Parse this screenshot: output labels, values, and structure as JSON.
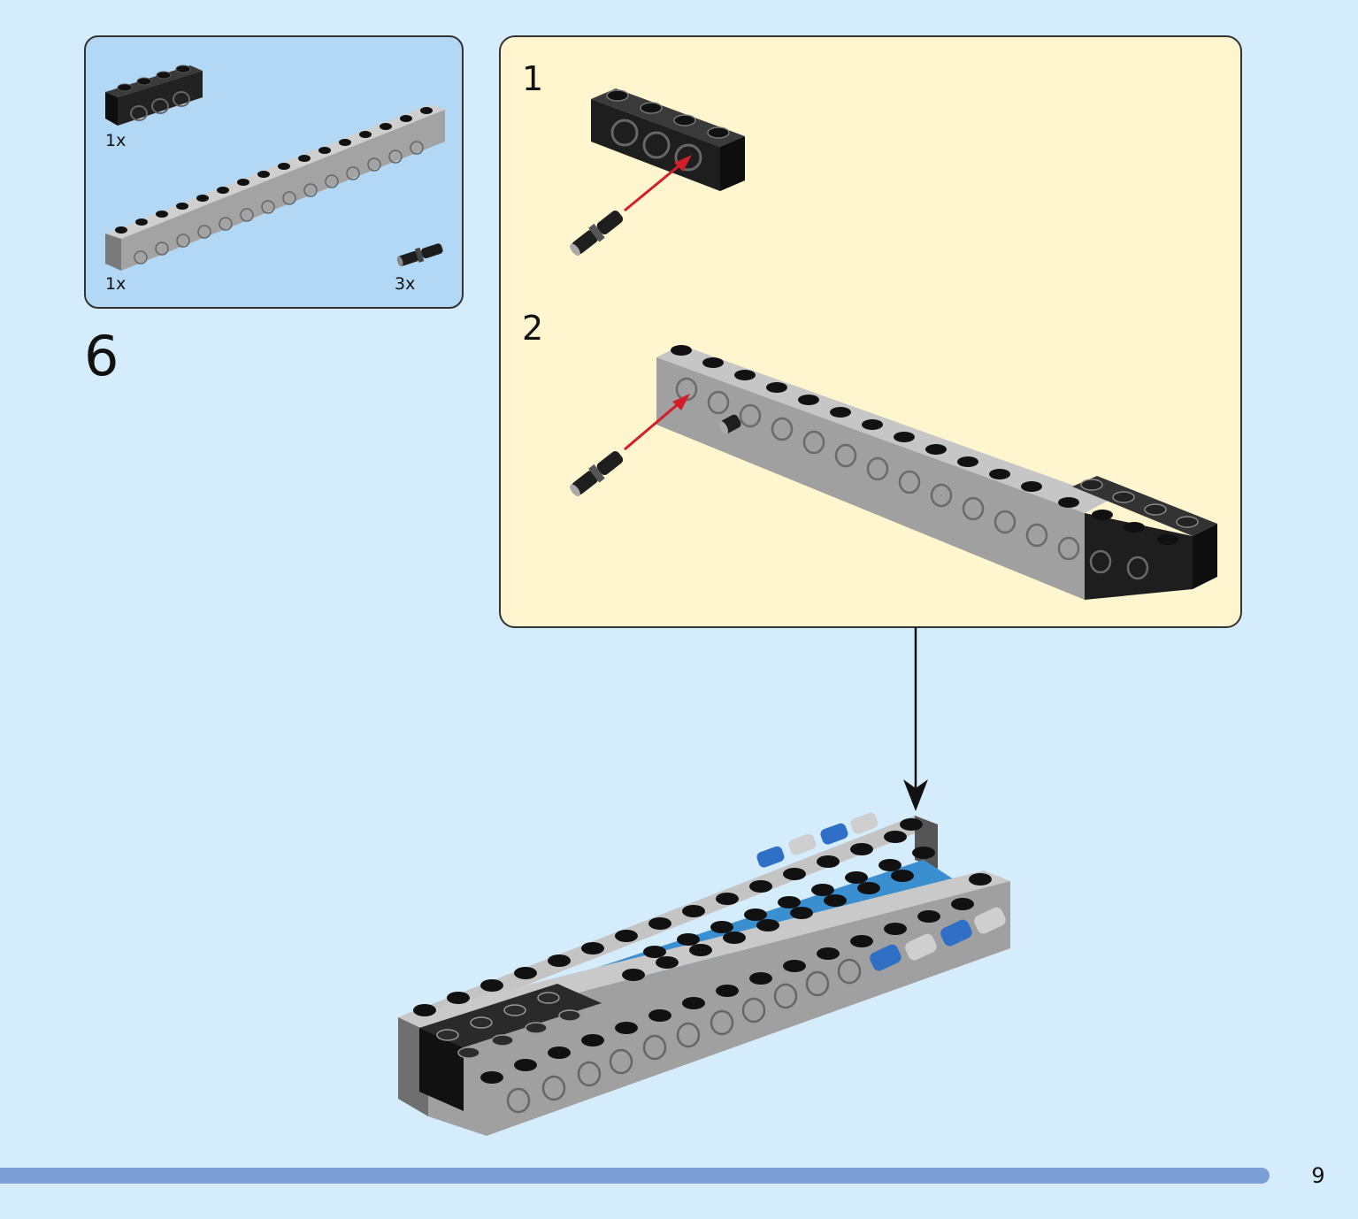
{
  "step": {
    "number": "6",
    "parts": [
      {
        "name": "black 1x4 technic brick",
        "quantity": "1x"
      },
      {
        "name": "grey 1x16 technic beam",
        "quantity": "1x"
      },
      {
        "name": "black technic friction pin",
        "quantity": "3x"
      }
    ]
  },
  "sub_steps": [
    {
      "number": "1"
    },
    {
      "number": "2"
    }
  ],
  "page": {
    "number": "9"
  },
  "colors": {
    "background": "#d4ecfb",
    "parts_box": "#b2d8f5",
    "sub_box": "#fff5cf",
    "progress_bar": "#7c9fd6",
    "brick_black": "#1e1e1e",
    "brick_grey": "#a0a0a0",
    "brick_blue": "#3a8fd0",
    "arrow_red": "#d21e2b"
  }
}
